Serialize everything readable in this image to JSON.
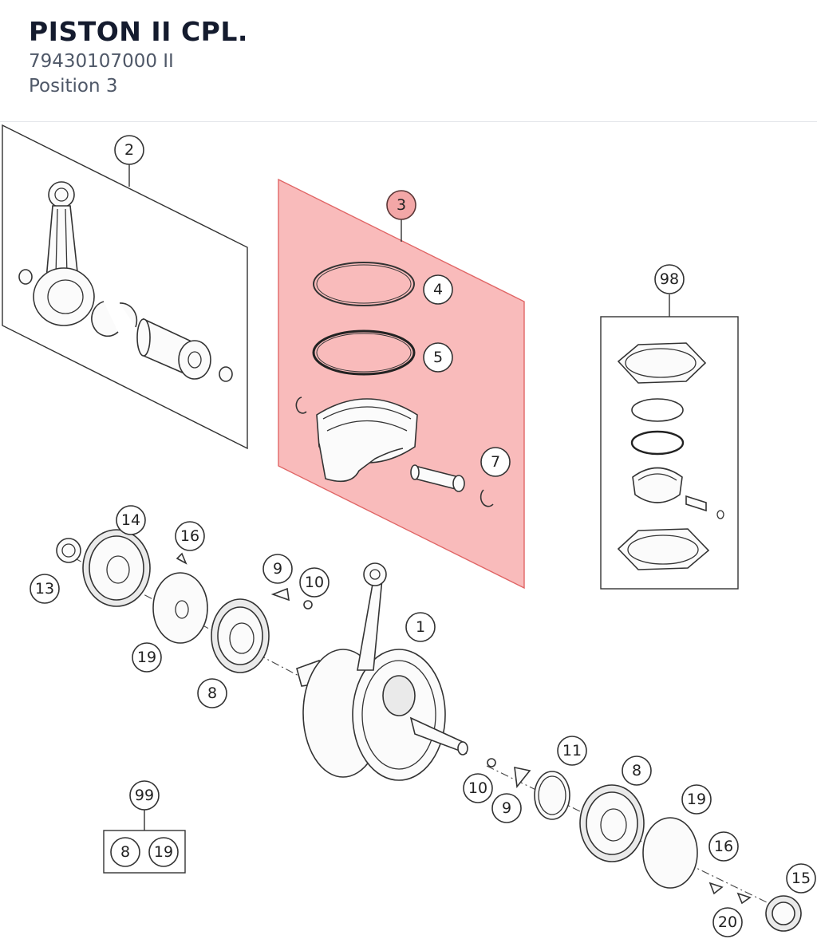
{
  "header": {
    "title": "PISTON II CPL.",
    "part_number": "79430107000 II",
    "position": "Position 3"
  },
  "diagram": {
    "highlight_color": "#f3a7a7",
    "selected_position": "3",
    "callouts": [
      "1",
      "2",
      "3",
      "4",
      "5",
      "7",
      "8",
      "8",
      "9",
      "9",
      "10",
      "10",
      "11",
      "13",
      "14",
      "15",
      "16",
      "16",
      "19",
      "19",
      "20",
      "98",
      "99",
      "8",
      "19"
    ]
  }
}
